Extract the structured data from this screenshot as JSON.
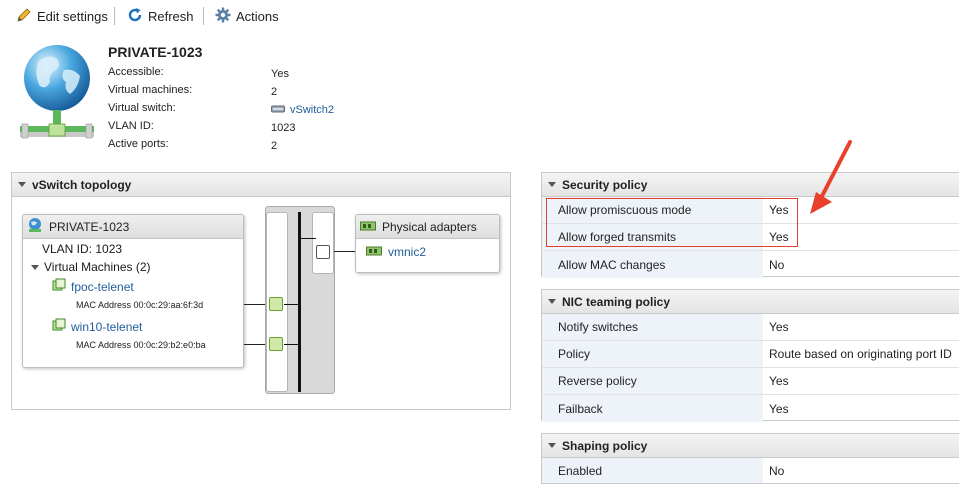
{
  "toolbar": {
    "edit_label": "Edit settings",
    "refresh_label": "Refresh",
    "actions_label": "Actions"
  },
  "header": {
    "title": "PRIVATE-1023",
    "rows": [
      {
        "label": "Accessible:",
        "value": "Yes"
      },
      {
        "label": "Virtual machines:",
        "value": "2"
      },
      {
        "label": "Virtual switch:",
        "value": "vSwitch2"
      },
      {
        "label": "VLAN ID:",
        "value": "1023"
      },
      {
        "label": "Active ports:",
        "value": "2"
      }
    ]
  },
  "topology": {
    "title": "vSwitch topology",
    "portgroup": {
      "name": "PRIVATE-1023",
      "vlan": "VLAN ID: 1023",
      "vms_label": "Virtual Machines (2)",
      "vms": [
        {
          "name": "fpoc-telenet",
          "mac": "MAC Address 00:0c:29:aa:6f:3d"
        },
        {
          "name": "win10-telenet",
          "mac": "MAC Address 00:0c:29:b2:e0:ba"
        }
      ]
    },
    "adapters": {
      "title": "Physical adapters",
      "items": [
        "vmnic2"
      ]
    }
  },
  "security": {
    "title": "Security policy",
    "rows": [
      {
        "label": "Allow promiscuous mode",
        "value": "Yes"
      },
      {
        "label": "Allow forged transmits",
        "value": "Yes"
      },
      {
        "label": "Allow MAC changes",
        "value": "No"
      }
    ]
  },
  "teaming": {
    "title": "NIC teaming policy",
    "rows": [
      {
        "label": "Notify switches",
        "value": "Yes"
      },
      {
        "label": "Policy",
        "value": "Route based on originating port ID"
      },
      {
        "label": "Reverse policy",
        "value": "Yes"
      },
      {
        "label": "Failback",
        "value": "Yes"
      }
    ]
  },
  "shaping": {
    "title": "Shaping policy",
    "rows": [
      {
        "label": "Enabled",
        "value": "No"
      }
    ]
  },
  "colors": {
    "link": "#1f5e9a",
    "highlight_border": "#e0402e",
    "arrow": "#e8402a",
    "label_bg": "#eef3f9"
  },
  "icons": [
    "pencil-icon",
    "refresh-icon",
    "gear-icon",
    "globe-network-icon",
    "switch-icon",
    "portgroup-icon",
    "vm-icon",
    "nic-icon",
    "annotation-arrow"
  ]
}
